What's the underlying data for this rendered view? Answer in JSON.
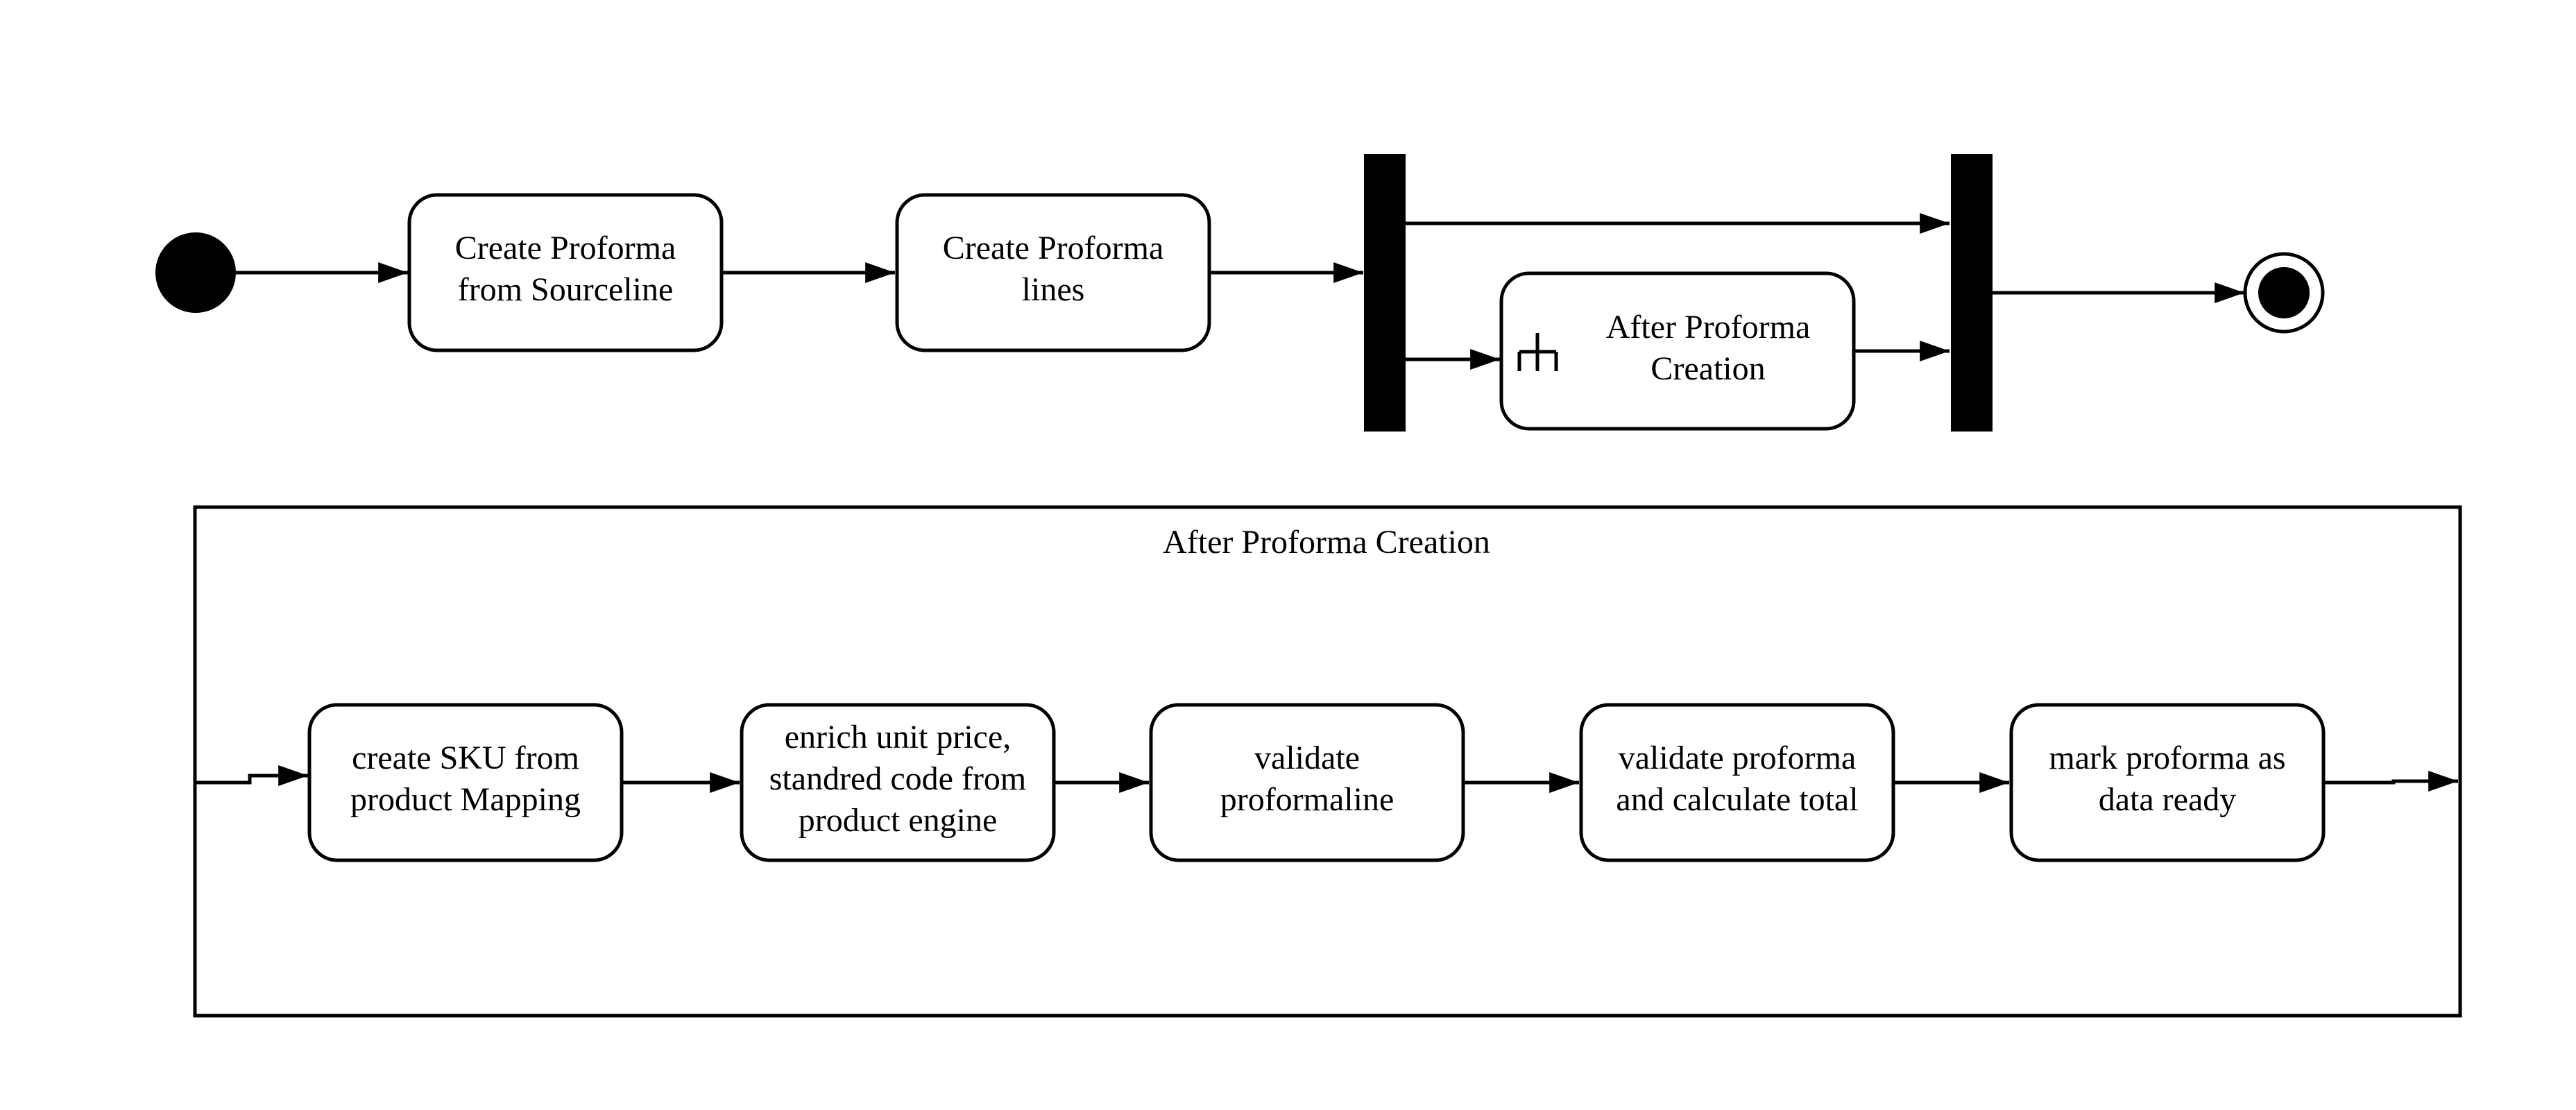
{
  "diagram": {
    "colors": {
      "stroke": "#000000",
      "background": "#ffffff"
    },
    "top_flow": {
      "nodes": [
        {
          "id": "create-proforma-from-sourceline",
          "lines": [
            "Create Proforma",
            "from Sourceline"
          ]
        },
        {
          "id": "create-proforma-lines",
          "lines": [
            "Create Proforma",
            "lines"
          ]
        },
        {
          "id": "after-proforma-creation-call",
          "lines": [
            "After Proforma",
            "Creation"
          ],
          "icon": "rake-icon"
        }
      ]
    },
    "subactivity": {
      "title": "After Proforma Creation",
      "nodes": [
        {
          "id": "create-sku-from-product-mapping",
          "lines": [
            "create SKU from",
            "product Mapping"
          ]
        },
        {
          "id": "enrich-unit-price",
          "lines": [
            "enrich unit price,",
            "standred code from",
            "product engine"
          ]
        },
        {
          "id": "validate-proformaline",
          "lines": [
            "validate",
            "proformaline"
          ]
        },
        {
          "id": "validate-proforma-calculate-total",
          "lines": [
            "validate proforma",
            "and calculate total"
          ]
        },
        {
          "id": "mark-proforma-data-ready",
          "lines": [
            "mark proforma as",
            "data ready"
          ]
        }
      ]
    }
  }
}
